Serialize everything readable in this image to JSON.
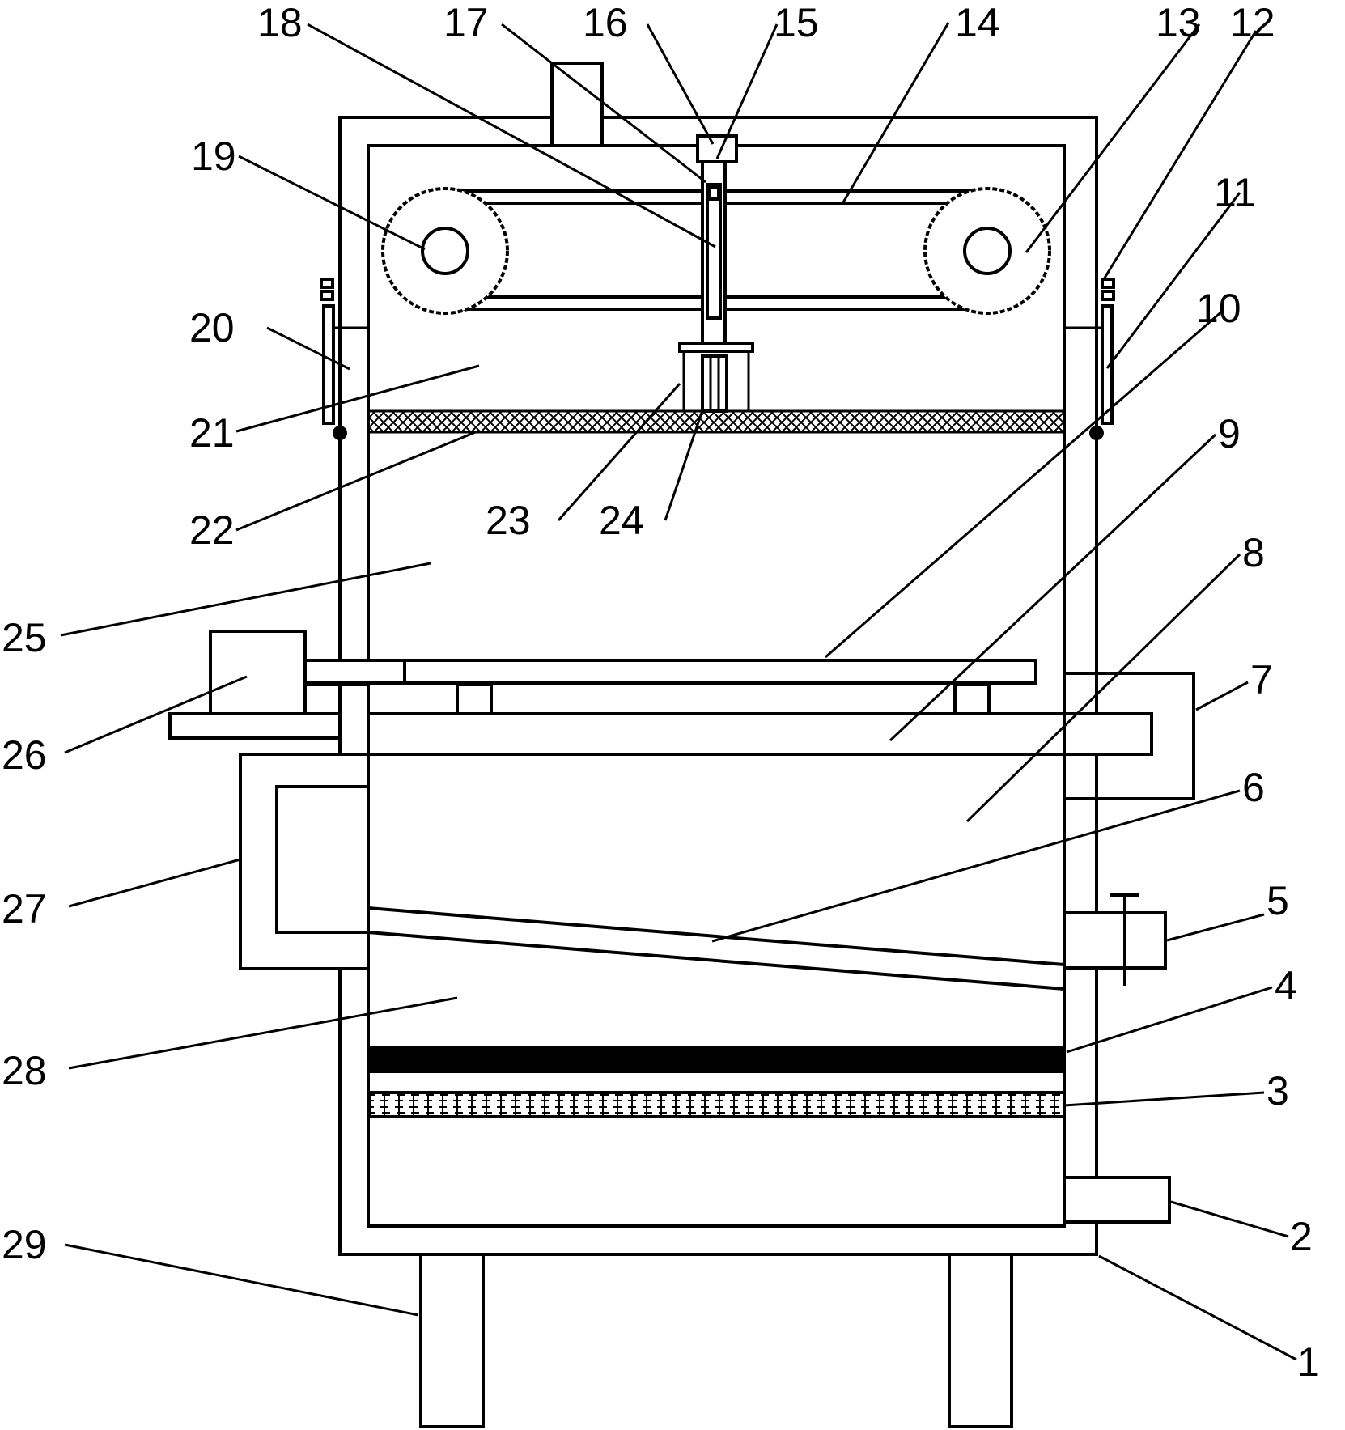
{
  "labels": {
    "l1": "1",
    "l2": "2",
    "l3": "3",
    "l4": "4",
    "l5": "5",
    "l6": "6",
    "l7": "7",
    "l8": "8",
    "l9": "9",
    "l10": "10",
    "l11": "11",
    "l12": "12",
    "l13": "13",
    "l14": "14",
    "l15": "15",
    "l16": "16",
    "l17": "17",
    "l18": "18",
    "l19": "19",
    "l20": "20",
    "l21": "21",
    "l22": "22",
    "l23": "23",
    "l24": "24",
    "l25": "25",
    "l26": "26",
    "l27": "27",
    "l28": "28",
    "l29": "29"
  },
  "colors": {
    "stroke": "#000000",
    "background": "#ffffff"
  }
}
